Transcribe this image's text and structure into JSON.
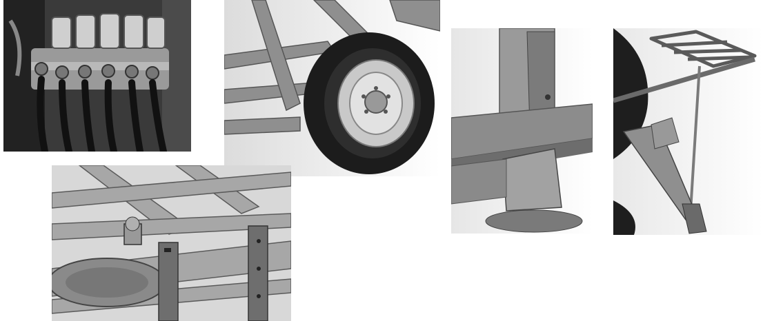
{
  "panels": [
    {
      "id": "hydraulic-valve-block-photo",
      "kind": "photo"
    },
    {
      "id": "wheel-assembly-render",
      "kind": "cad-render"
    },
    {
      "id": "frame-underside-render",
      "kind": "cad-render"
    },
    {
      "id": "mounting-bracket-render",
      "kind": "cad-render"
    },
    {
      "id": "rack-and-tine-render",
      "kind": "cad-render"
    }
  ],
  "colors": {
    "background": "#ffffff",
    "photo_dark": "#2b2b2b",
    "steel_light": "#b5b5b5",
    "steel_mid": "#8a8a8a",
    "steel_dark": "#4a4a4a",
    "tire_black": "#1c1c1c"
  }
}
